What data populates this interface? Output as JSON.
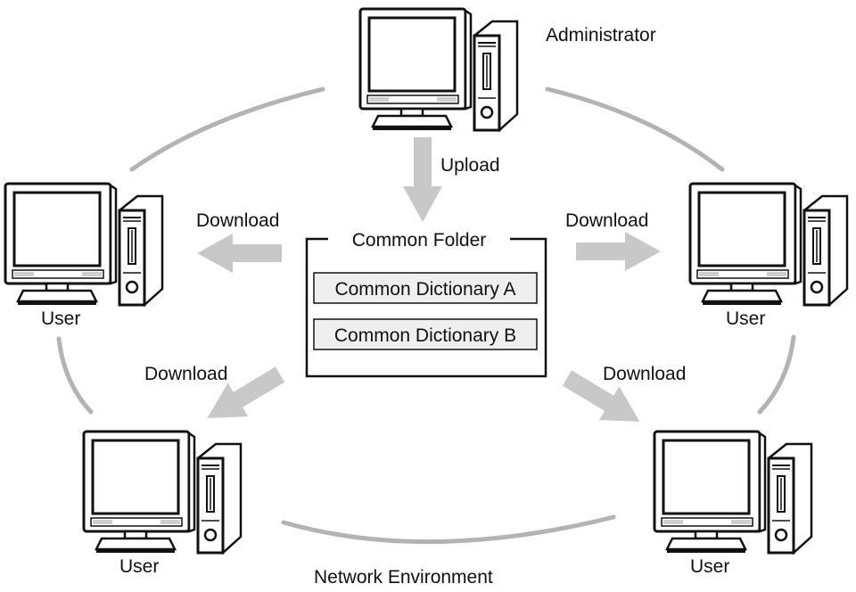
{
  "colors": {
    "ring": "#b3b3b3",
    "arrow": "#c8c8c8",
    "outline": "#111111",
    "dict_fill": "#efefef"
  },
  "labels": {
    "administrator": "Administrator",
    "upload": "Upload",
    "download_left": "Download",
    "download_right": "Download",
    "download_bottom_left": "Download",
    "download_bottom_right": "Download",
    "user_left": "User",
    "user_right": "User",
    "user_bottom_left": "User",
    "user_bottom_right": "User",
    "network": "Network Environment"
  },
  "common_folder": {
    "title": "Common Folder",
    "dictionaries": [
      "Common Dictionary A",
      "Common Dictionary B"
    ]
  },
  "icons": {
    "computer": "desktop-computer-icon",
    "arrow": "block-arrow-icon"
  }
}
